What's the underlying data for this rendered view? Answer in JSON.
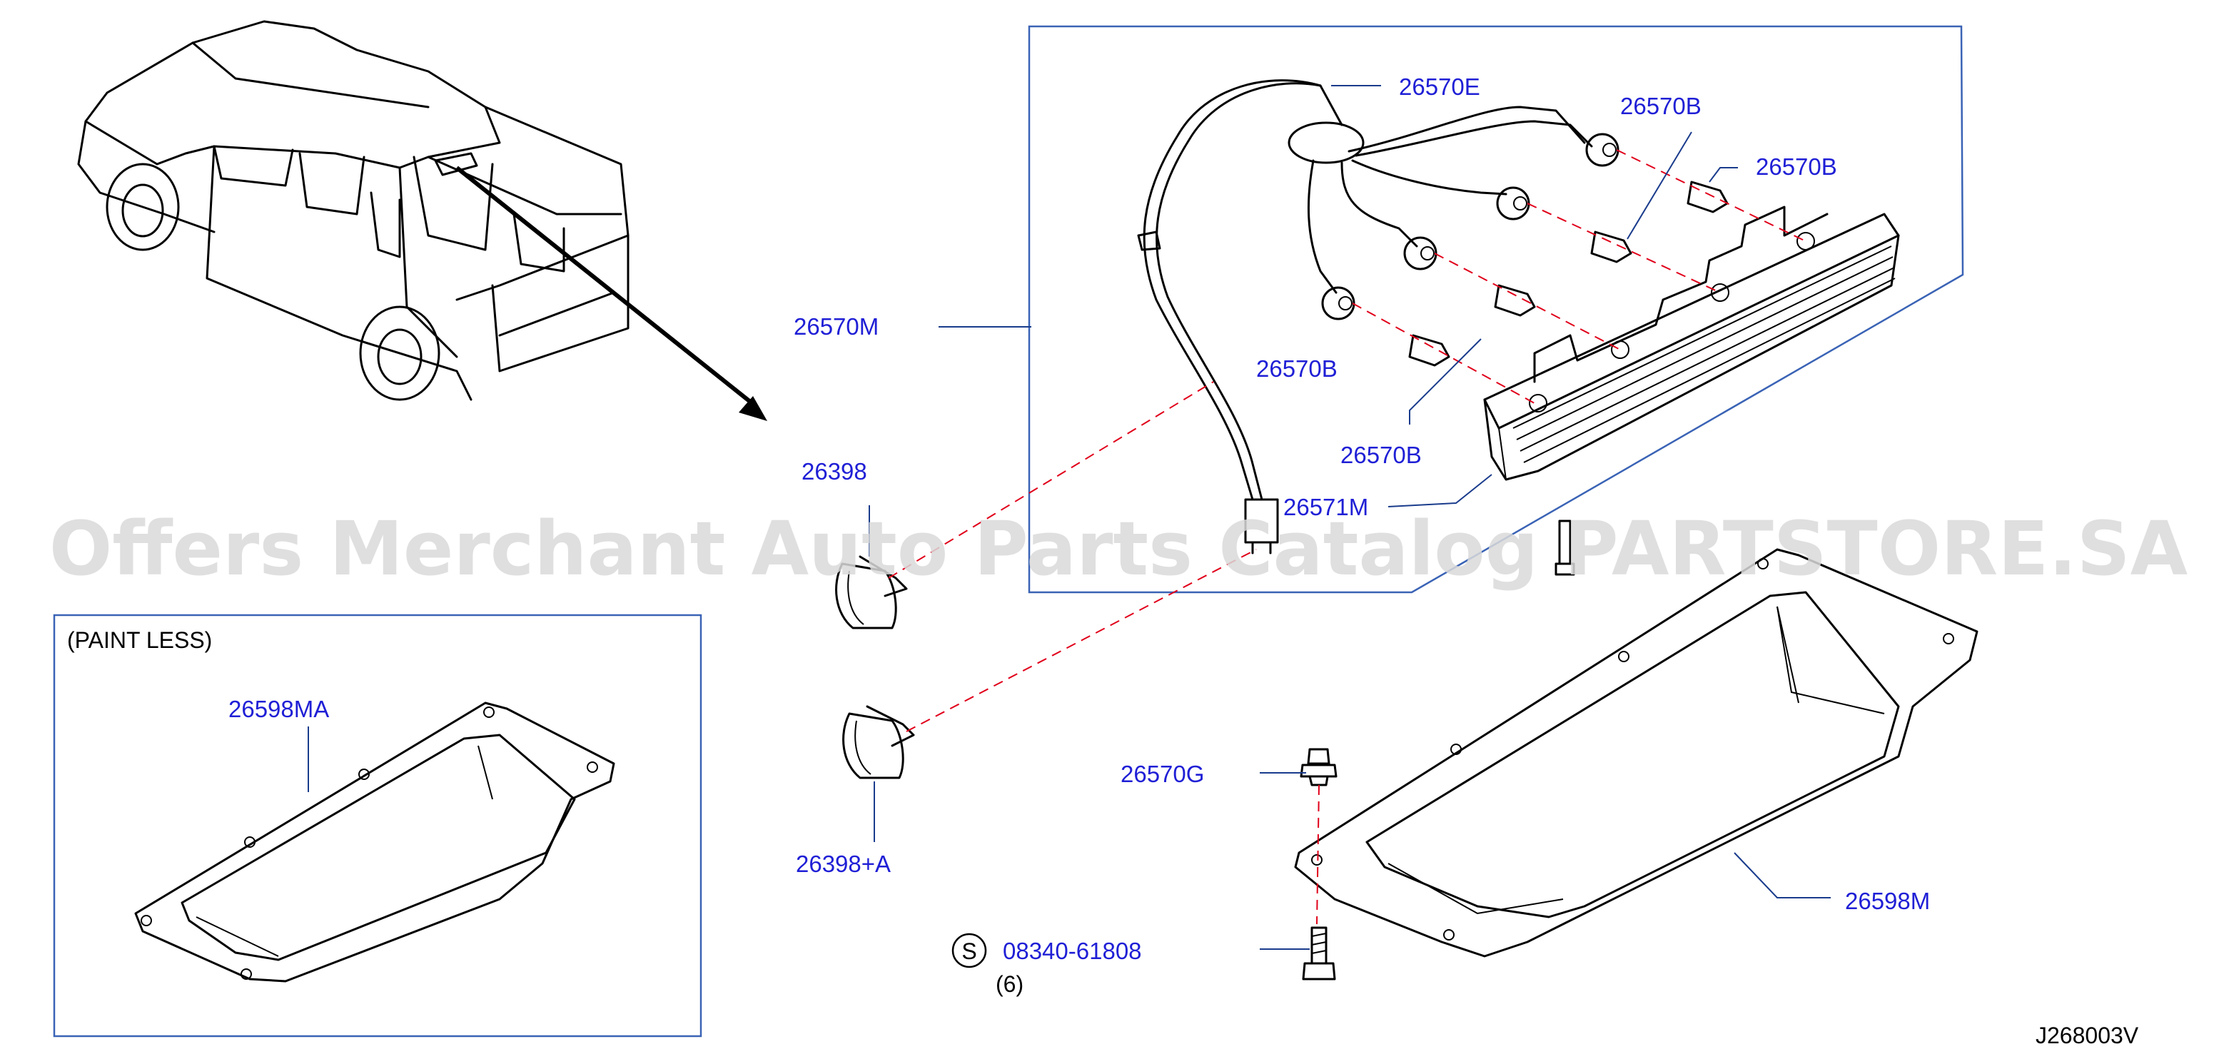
{
  "diagram_id": "J268003V",
  "watermark": "Offers Merchant Auto Parts Catalog PARTSTORE.SA",
  "inset": {
    "title": "(PAINT   LESS)",
    "part": "26598MA"
  },
  "callouts": {
    "c26570E": "26570E",
    "c26570B_1": "26570B",
    "c26570B_2": "26570B",
    "c26570B_3": "26570B",
    "c26570B_4": "26570B",
    "c26570M": "26570M",
    "c26571M": "26571M",
    "c26398": "26398",
    "c26398A": "26398+A",
    "c26570G": "26570G",
    "c26598M": "26598M",
    "bolt_number": "08340-61808",
    "bolt_symbol": "S",
    "bolt_qty": "(6)"
  },
  "colors": {
    "label": "#1f1fd6",
    "leader": "#1a3c8c",
    "dash": "#e0001a",
    "box": "#3a63b5"
  }
}
